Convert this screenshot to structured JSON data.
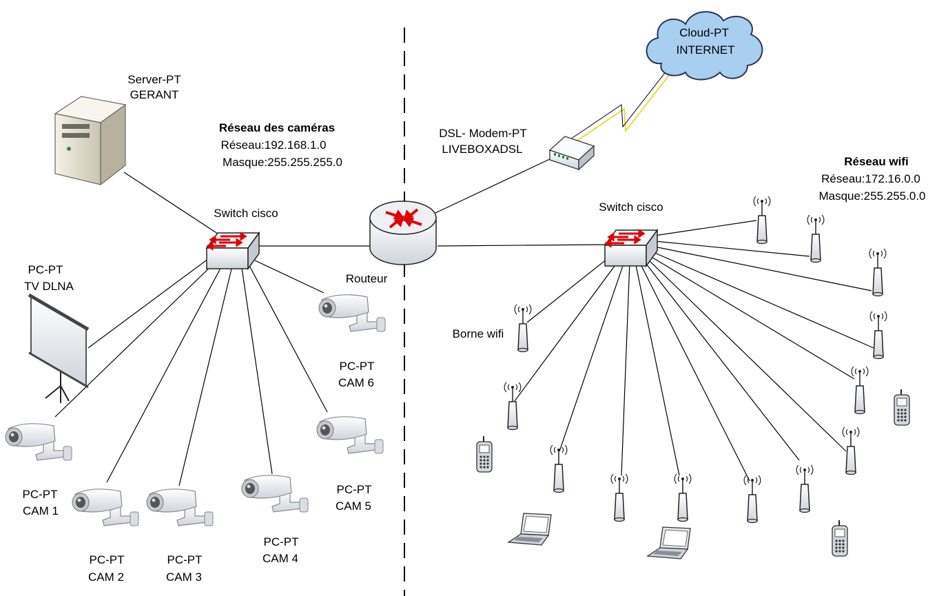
{
  "colors": {
    "arrow": "#e00000",
    "cloud": "#a8cef0",
    "device": "#dfe3ea",
    "stroke": "#000000"
  },
  "server": {
    "line1": "Server-PT",
    "line2": "GERANT"
  },
  "tv": {
    "line1": "PC-PT",
    "line2": "TV DLNA"
  },
  "switch_left": {
    "label": "Switch cisco"
  },
  "switch_right": {
    "label": "Switch cisco"
  },
  "router": {
    "label": "Routeur"
  },
  "modem": {
    "line1": "DSL- Modem-PT",
    "line2": "LIVEBOXADSL"
  },
  "cloud": {
    "line1": "Cloud-PT",
    "line2": "INTERNET"
  },
  "camera_network": {
    "title": "Réseau des caméras",
    "network": "Réseau:192.168.1.0",
    "mask": "Masque:255.255.255.0"
  },
  "wifi_network": {
    "title": "Réseau wifi",
    "network": "Réseau:172.16.0.0",
    "mask": "Masque:255.255.0.0"
  },
  "wifi_ap": {
    "label": "Borne wifi"
  },
  "cameras": [
    {
      "line1": "PC-PT",
      "line2": "CAM 1"
    },
    {
      "line1": "PC-PT",
      "line2": "CAM 2"
    },
    {
      "line1": "PC-PT",
      "line2": "CAM 3"
    },
    {
      "line1": "PC-PT",
      "line2": "CAM 4"
    },
    {
      "line1": "PC-PT",
      "line2": "CAM 5"
    },
    {
      "line1": "PC-PT",
      "line2": "CAM 6"
    }
  ]
}
